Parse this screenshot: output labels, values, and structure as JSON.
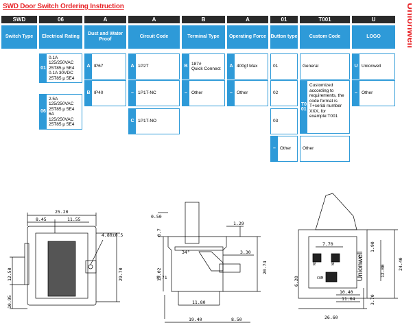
{
  "title": "SWD Door Switch Ordering Instruction",
  "brand": "Unionwell",
  "codes": [
    "SWD",
    "06",
    "A",
    "A",
    "B",
    "A",
    "01",
    "T001",
    "U"
  ],
  "headers": [
    "Switch Type",
    "Electrical Rating",
    "Dust and Water Proof",
    "Circuit Code",
    "Terminal Type",
    "Operating Force",
    "Button type",
    "Custom Code",
    "LOGO"
  ],
  "rating": [
    {
      "code": "01",
      "lines": [
        "0.1A",
        "125/250VAC",
        "25T85 μ 5E4",
        "0.1A 30VDC",
        "25T85 μ 5E4"
      ]
    },
    {
      "code": "06",
      "lines": [
        "2.5A",
        "125/250VAC",
        "25T85 μ 5E4",
        "6A",
        "125/250VAC",
        "25T85 μ 5E4"
      ]
    }
  ],
  "dust": [
    {
      "code": "A",
      "text": "IP67"
    },
    {
      "code": "B",
      "text": "IP40"
    }
  ],
  "circuit": [
    {
      "code": "A",
      "text": "1P2T"
    },
    {
      "code": "–",
      "text": "1P1T-NC"
    },
    {
      "code": "C",
      "text": "1P1T-NO"
    }
  ],
  "terminal": [
    {
      "code": "B",
      "text": "187#\nQuick Connect"
    },
    {
      "code": "–",
      "text": "Other"
    }
  ],
  "force": [
    {
      "code": "A",
      "text": "400gf Max"
    },
    {
      "code": "–",
      "text": "Other"
    }
  ],
  "button": [
    {
      "code": "",
      "text": "01"
    },
    {
      "code": "",
      "text": "02"
    },
    {
      "code": "",
      "text": "03"
    },
    {
      "code": "–",
      "text": "Other"
    }
  ],
  "custom": [
    {
      "code": "",
      "text": "General"
    },
    {
      "code": "T0\n01",
      "text": "Customized according to requirements, the code format is T+serial number XXX,  for example:T001"
    },
    {
      "code": "",
      "text": "Other"
    }
  ],
  "logo": [
    {
      "code": "U",
      "text": "Unionwell"
    },
    {
      "code": "–",
      "text": "Other"
    }
  ],
  "dims1": {
    "w": "25.20",
    "a": "8.45",
    "b": "11.55",
    "hole": "4.80±0.5",
    "h1": "12.50",
    "h2": "29.70",
    "h3": "10.95"
  },
  "dims2": {
    "a": "0.50",
    "b": "0.7",
    "c": "1.29",
    "d": "34°",
    "e": "3.30",
    "f": "19.02",
    "g": "5.71",
    "h": "20.74",
    "i": "11.80",
    "j": "19.40",
    "k": "8.50"
  },
  "dims3": {
    "a": "7.70",
    "b": "1.90",
    "c": "12.00",
    "d": "24.40",
    "e": "6.20",
    "f": "10.40",
    "g": "11.04",
    "h": "3.70",
    "i": "26.60",
    "nc": "NC",
    "no": "NO",
    "com": "COM"
  }
}
